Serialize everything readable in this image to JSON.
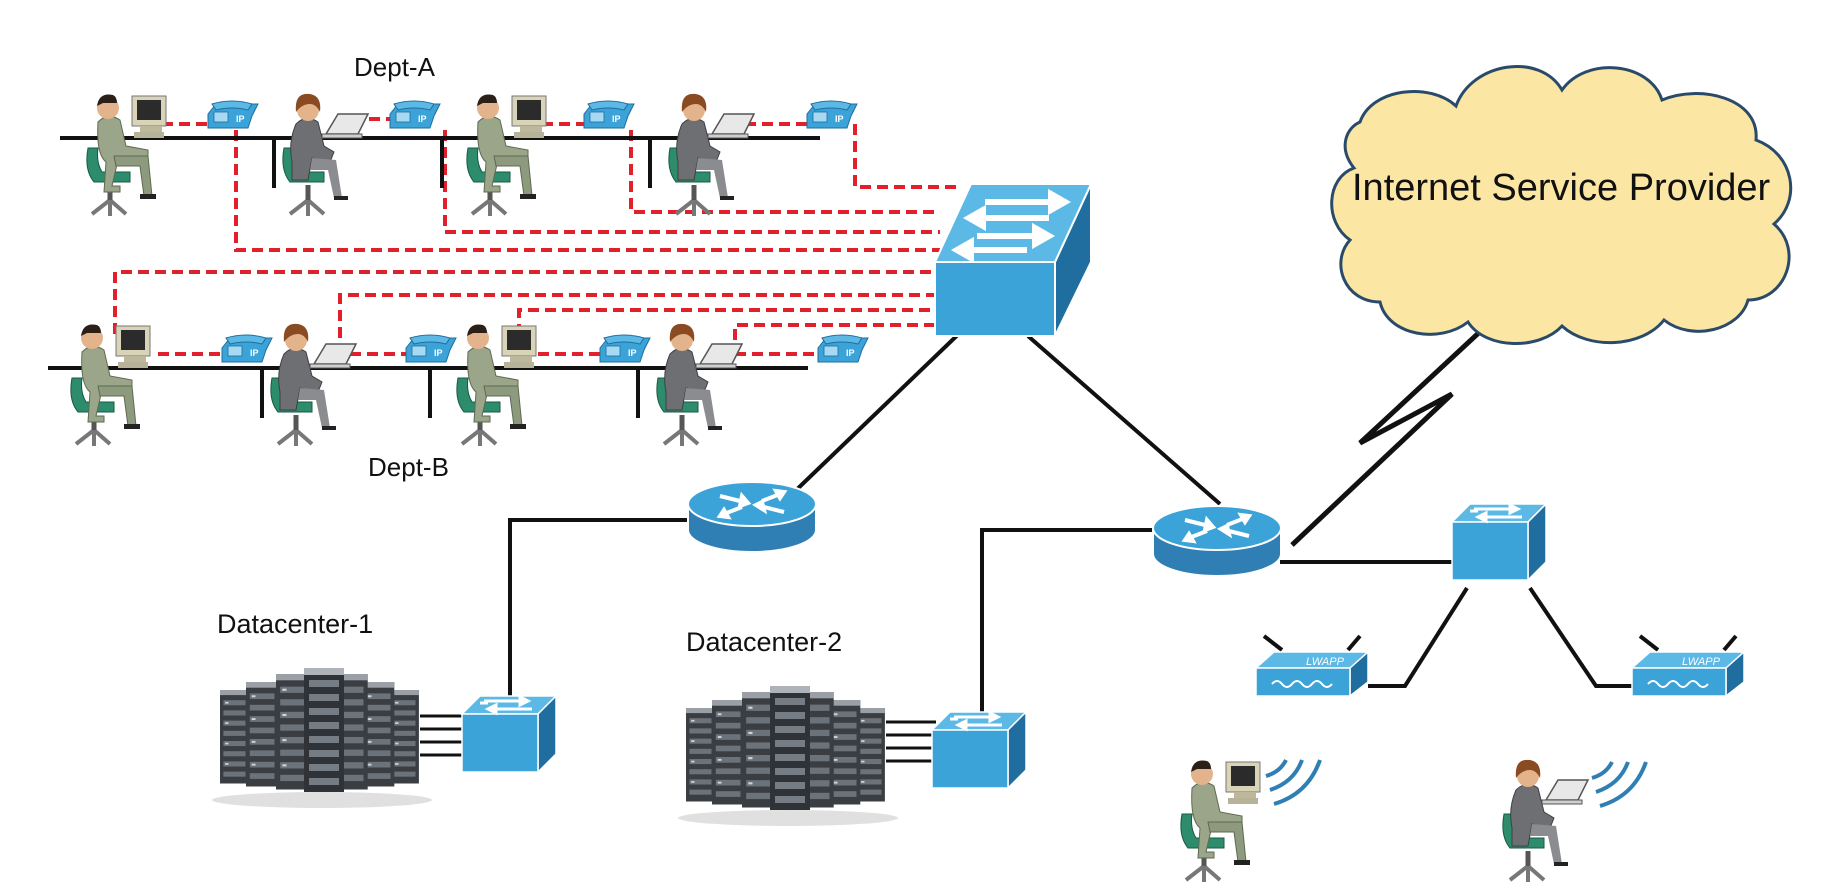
{
  "labels": {
    "dept_a": "Dept-A",
    "dept_b": "Dept-B",
    "datacenter_1": "Datacenter-1",
    "datacenter_2": "Datacenter-2",
    "isp": "Internet Service Provider",
    "ap_text": "LWAPP",
    "phone_text": "IP"
  },
  "colors": {
    "cisco_blue": "#3ba3d8",
    "cisco_dark": "#1f6e9f",
    "dashed_link": "#e0202a",
    "solid_link": "#111111",
    "cloud_fill": "#fbe6a3",
    "cloud_stroke": "#2a4a6a",
    "worker_suit": "#9aa58a",
    "chair": "#2c8c6c"
  },
  "icons": {
    "core_switch": "multilayer-switch-icon",
    "router": "router-icon",
    "access_switch": "workgroup-switch-icon",
    "access_point": "lwapp-access-point-icon",
    "server_rack": "server-rack-icon",
    "ip_phone": "ip-phone-icon",
    "user": "workstation-user-icon",
    "cloud": "cloud-icon",
    "serial_link": "serial-link-icon"
  }
}
